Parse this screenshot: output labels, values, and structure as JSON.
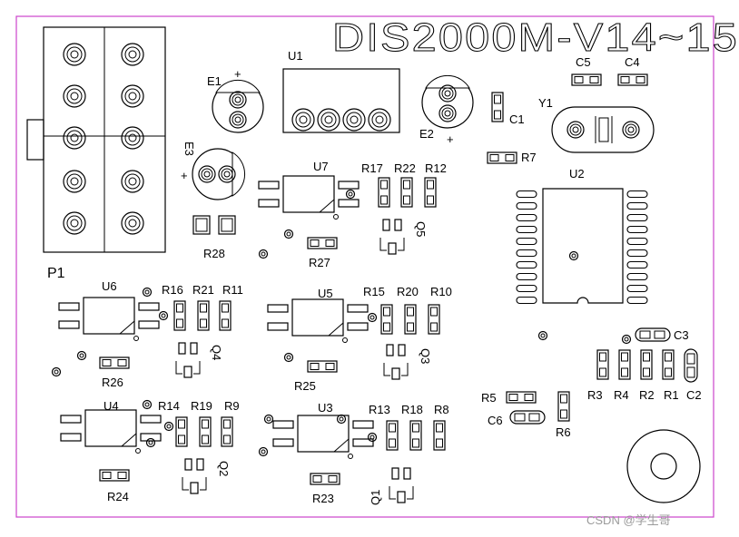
{
  "title": "DIS2000M-V14~15",
  "watermark": "CSDN @学生哥",
  "border_color": "#cc44cc",
  "labels": {
    "p1": "P1",
    "u1": "U1",
    "e1": "E1",
    "e1_plus": "+",
    "e2": "E2",
    "e2_plus": "+",
    "e3": "E3",
    "e3_plus": "+",
    "y1": "Y1",
    "c1": "C1",
    "c4": "C4",
    "c5": "C5",
    "u2": "U2",
    "r7": "R7",
    "u7": "U7",
    "r17": "R17",
    "r22": "R22",
    "r12": "R12",
    "q5": "Q5",
    "r28": "R28",
    "r27": "R27",
    "u6": "U6",
    "r16": "R16",
    "r21": "R21",
    "r11": "R11",
    "q4": "Q4",
    "r26": "R26",
    "u5": "U5",
    "r15": "R15",
    "r20": "R20",
    "r10": "R10",
    "q3": "Q3",
    "r25": "R25",
    "u4": "U4",
    "r14": "R14",
    "r19": "R19",
    "r9": "R9",
    "q2": "Q2",
    "r24": "R24",
    "u3": "U3",
    "r13": "R13",
    "r18": "R18",
    "r8": "R8",
    "q1": "Q1",
    "r23": "R23",
    "c3": "C3",
    "r3": "R3",
    "r4": "R4",
    "r2": "R2",
    "r1": "R1",
    "c2": "C2",
    "r5": "R5",
    "c6": "C6",
    "r6": "R6"
  }
}
